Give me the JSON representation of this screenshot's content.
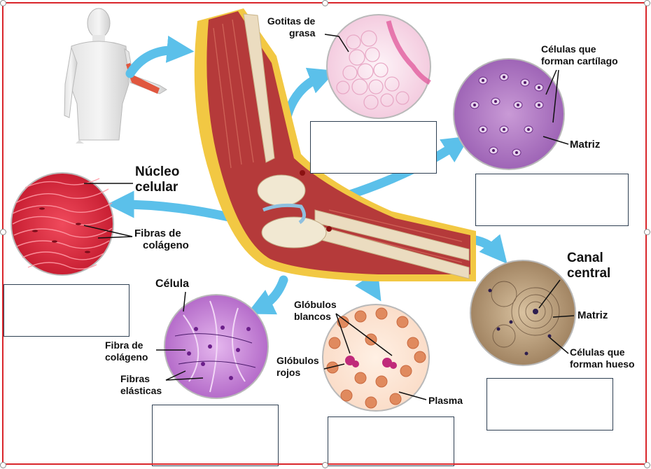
{
  "labels": {
    "gotitas_de_grasa": [
      "Gotitas de",
      "grasa"
    ],
    "celulas_cartilago": [
      "Células que",
      "forman cartílago"
    ],
    "matriz_cartilago": "Matriz",
    "nucleo_celular": [
      "Núcleo",
      "celular"
    ],
    "fibras_colageno": [
      "Fibras de",
      "colágeno"
    ],
    "celula": "Célula",
    "fibra_colageno": [
      "Fibra de",
      "colágeno"
    ],
    "fibras_elasticas": [
      "Fibras",
      "elásticas"
    ],
    "globulos_blancos": [
      "Glóbulos",
      "blancos"
    ],
    "globulos_rojos": [
      "Glóbulos",
      "rojos"
    ],
    "plasma": "Plasma",
    "canal_central": [
      "Canal",
      "central"
    ],
    "matriz_hueso": "Matriz",
    "celulas_hueso": [
      "Células que",
      "forman hueso"
    ]
  },
  "colors": {
    "frame": "#d9262b",
    "arrow": "#5bc0ea",
    "answer_box_border": "#2e3f52"
  },
  "answer_boxes": [
    "",
    "",
    "",
    "",
    "",
    ""
  ]
}
